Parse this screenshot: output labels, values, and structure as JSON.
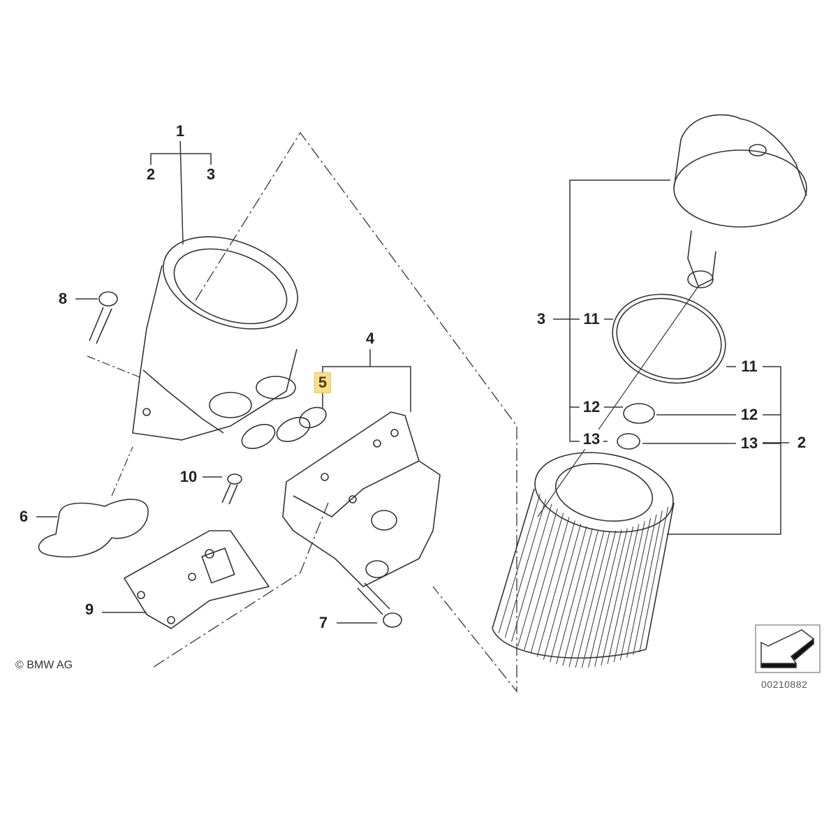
{
  "labels": {
    "l1": "1",
    "l2a": "2",
    "l3a": "3",
    "l8": "8",
    "l4": "4",
    "l5": "5",
    "l10": "10",
    "l6": "6",
    "l9": "9",
    "l7": "7",
    "l3b": "3",
    "l11a": "11",
    "l11b": "11",
    "l12a": "12",
    "l12b": "12",
    "l13a": "13",
    "l13b": "13",
    "l2b": "2"
  },
  "highlighted_label": "5",
  "copyright": "© BMW AG",
  "diagram_code": "00210882",
  "colors": {
    "highlight": "#f9df8c",
    "line": "#333333"
  }
}
